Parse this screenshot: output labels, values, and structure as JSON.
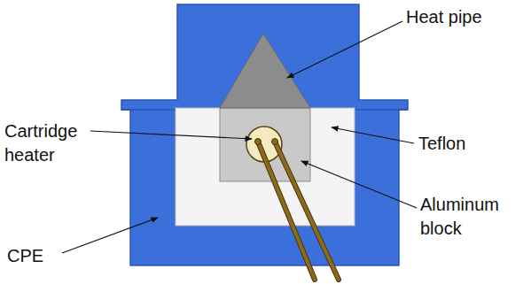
{
  "diagram": {
    "labels": [
      "Heat pipe",
      "Cartridge heater",
      "Teflon",
      "Aluminum block",
      "CPE"
    ]
  }
}
